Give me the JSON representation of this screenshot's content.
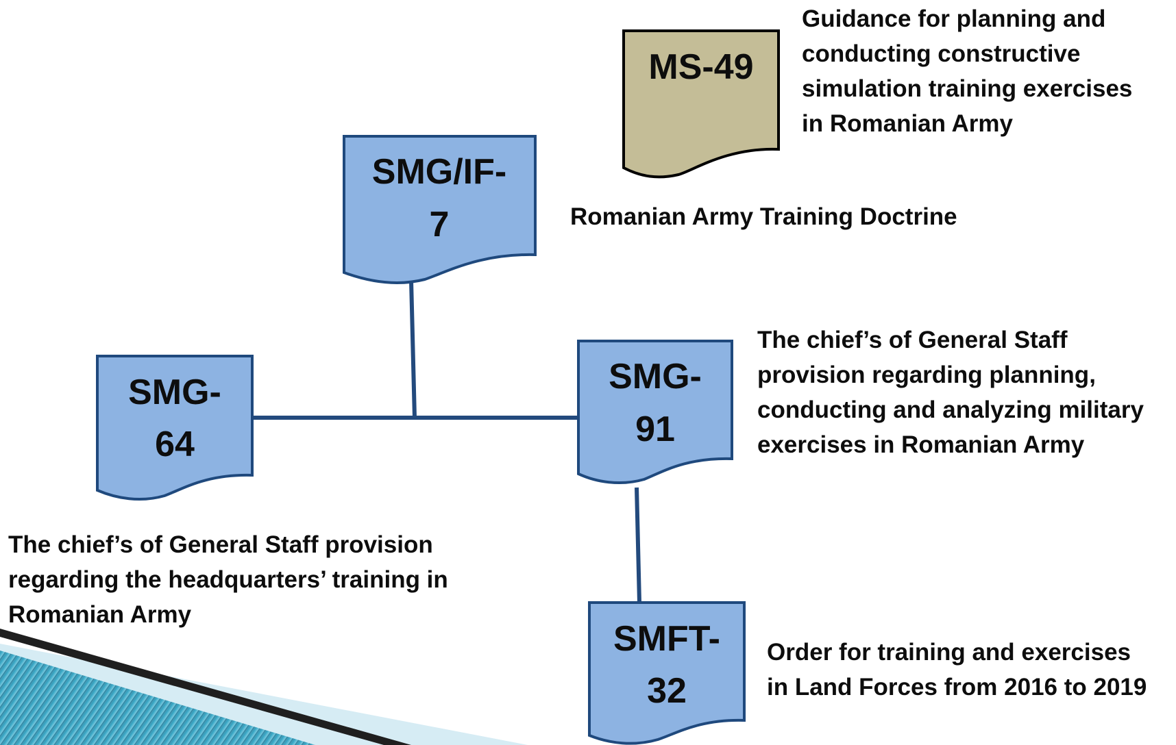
{
  "documents": {
    "ms49": {
      "code": "MS-49",
      "description": [
        "Guidance for planning and",
        "conducting constructive",
        "simulation training exercises",
        "in Romanian Army"
      ]
    },
    "smgif7": {
      "code_lines": [
        "SMG/IF-",
        "7"
      ],
      "description": [
        "Romanian Army Training Doctrine"
      ]
    },
    "smg64": {
      "code_lines": [
        "SMG-",
        "64"
      ],
      "description": [
        "The chief’s of General Staff provision",
        "regarding the headquarters’ training in",
        "Romanian Army"
      ]
    },
    "smg91": {
      "code_lines": [
        "SMG-",
        "91"
      ],
      "description": [
        "The chief’s of General Staff",
        "provision regarding planning,",
        "conducting and analyzing military",
        "exercises in Romanian Army"
      ]
    },
    "smft32": {
      "code_lines": [
        "SMFT-",
        "32"
      ],
      "description": [
        "Order for training and exercises",
        "in Land Forces from 2016 to 2019"
      ]
    }
  },
  "colors": {
    "doc_fill_blue": "#8db3e2",
    "doc_stroke_blue": "#1f497d",
    "doc_fill_khaki": "#c4bd97",
    "doc_stroke_khaki": "#000000",
    "connector": "#234a7d",
    "text": "#0d0d0d",
    "ribbon_teal": "#2e9ab8",
    "ribbon_dark": "#1f1f1f",
    "ribbon_light": "#d6ecf4"
  }
}
